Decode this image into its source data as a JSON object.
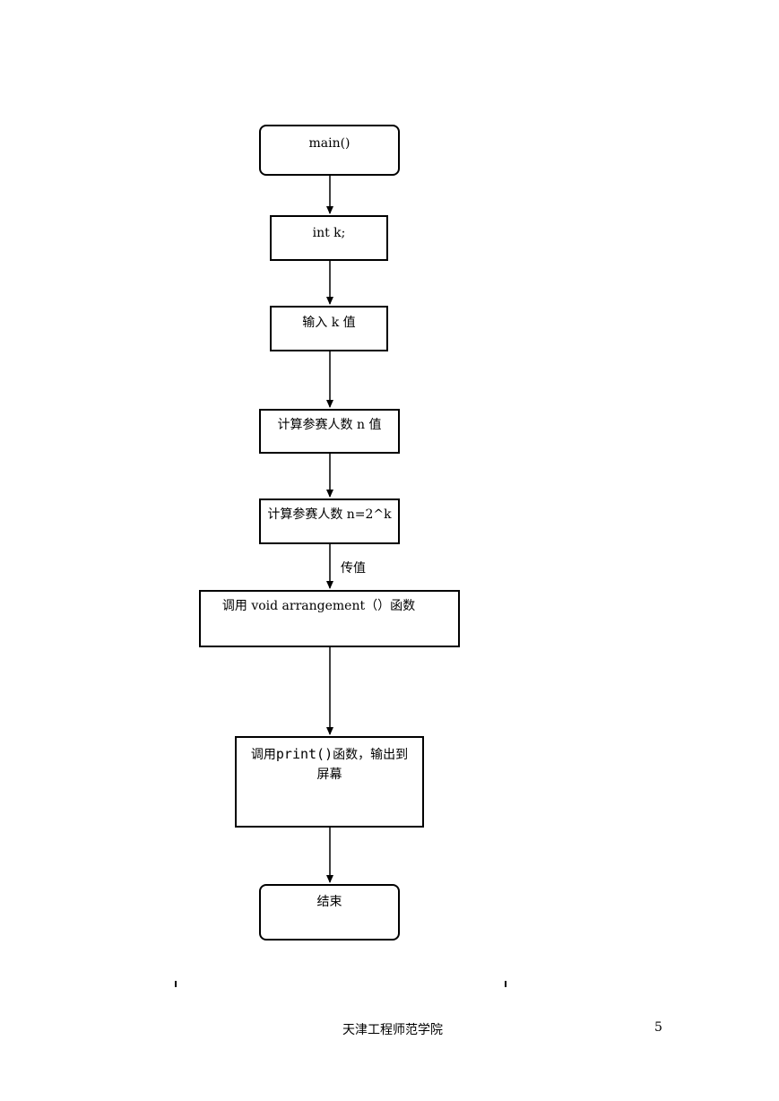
{
  "nodes": {
    "start": "main()",
    "declare": "int k;",
    "input": "输入 k 值",
    "calc_n": "计算参赛人数 n 值",
    "calc_formula": "计算参赛人数 n=2^k",
    "call_arrangement": "调用 void arrangement（）函数",
    "call_print": {
      "prefix": "调用",
      "code": "print()",
      "suffix": "函数，输出到",
      "line2": "屏幕"
    },
    "end": "结束"
  },
  "edge_labels": {
    "pass_value": "传值"
  },
  "footer": {
    "institution": "天津工程师范学院",
    "page_number": "5"
  }
}
